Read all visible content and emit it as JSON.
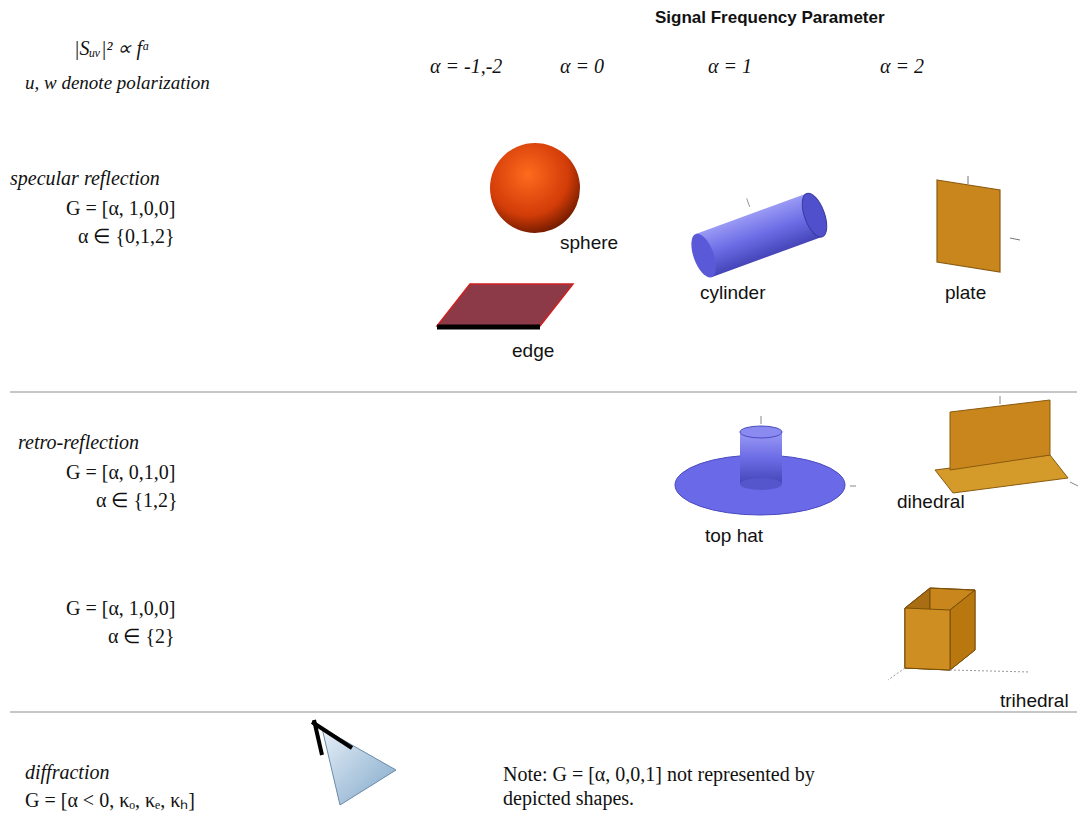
{
  "diagram": {
    "title": "Signal Frequency Parameter",
    "labels": [
      "|Sᵤᵥ|² ∝ fᵅ",
      "u, w denote polarization",
      "α = -1,-2",
      "α = 0",
      "α = 1",
      "α = 2",
      "specular reflection",
      "G = [α, 1,0,0]",
      "α ∈ {0,1,2}",
      "sphere",
      "edge",
      "cylinder",
      "plate",
      "retro-reflection",
      "G = [α, 0,1,0]",
      "α ∈ {1,2}",
      "top hat",
      "dihedral",
      "G = [α, 1,0,0]",
      "α ∈ {2}",
      "trihedral",
      "diffraction",
      "G = [α < 0, κₒ, κₑ, κₕ]",
      "Note: G = [α, 0,0,1] not represented by depicted shapes."
    ]
  }
}
